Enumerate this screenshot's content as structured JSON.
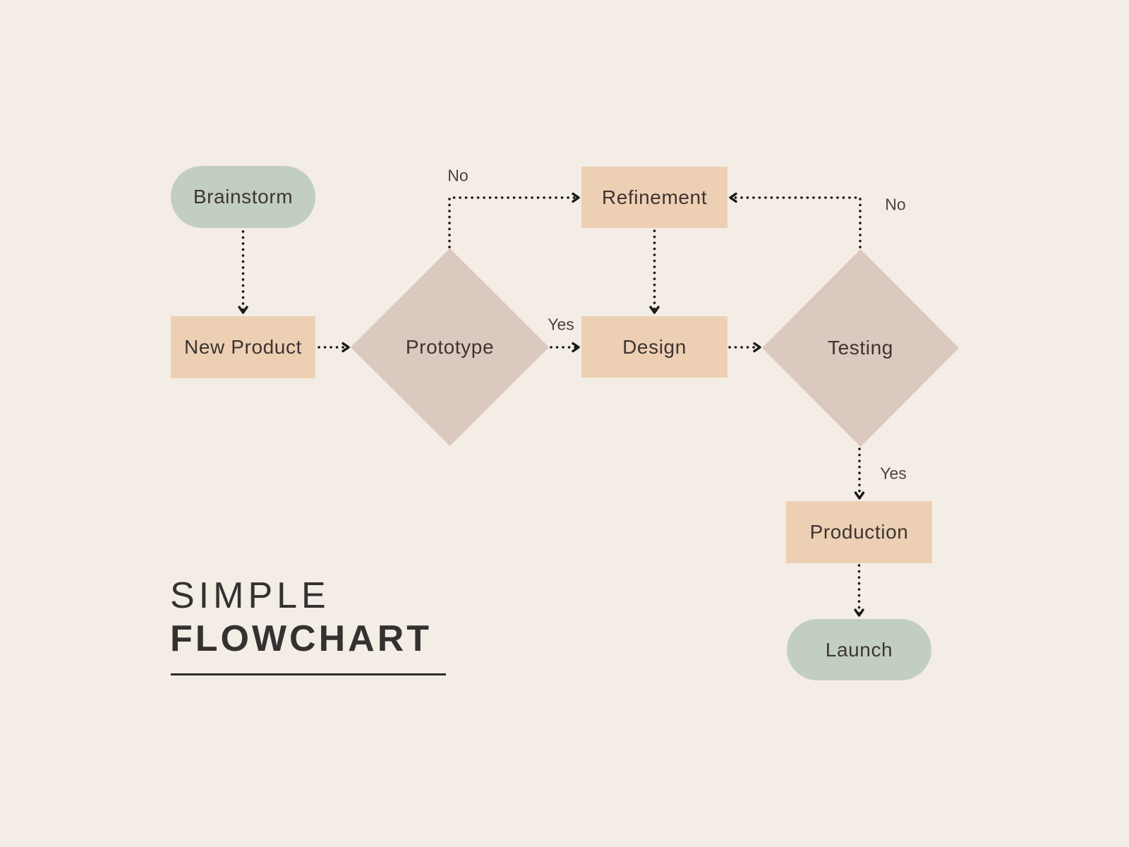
{
  "title": {
    "line1": "SIMPLE",
    "line2": "FLOWCHART"
  },
  "nodes": {
    "brainstorm": {
      "label": "Brainstorm",
      "shape": "rounded"
    },
    "new_product": {
      "label": "New Product",
      "shape": "rectangle"
    },
    "prototype": {
      "label": "Prototype",
      "shape": "diamond"
    },
    "refinement": {
      "label": "Refinement",
      "shape": "rectangle"
    },
    "design": {
      "label": "Design",
      "shape": "rectangle"
    },
    "testing": {
      "label": "Testing",
      "shape": "diamond"
    },
    "production": {
      "label": "Production",
      "shape": "rectangle"
    },
    "launch": {
      "label": "Launch",
      "shape": "rounded"
    }
  },
  "edges": [
    {
      "from": "Brainstorm",
      "to": "New Product",
      "label": ""
    },
    {
      "from": "New Product",
      "to": "Prototype",
      "label": ""
    },
    {
      "from": "Prototype",
      "to": "Refinement",
      "label": "No"
    },
    {
      "from": "Prototype",
      "to": "Design",
      "label": "Yes"
    },
    {
      "from": "Refinement",
      "to": "Design",
      "label": ""
    },
    {
      "from": "Design",
      "to": "Testing",
      "label": ""
    },
    {
      "from": "Testing",
      "to": "Refinement",
      "label": "No"
    },
    {
      "from": "Testing",
      "to": "Production",
      "label": "Yes"
    },
    {
      "from": "Production",
      "to": "Launch",
      "label": ""
    }
  ],
  "edge_labels": {
    "prototype_no": "No",
    "prototype_yes": "Yes",
    "testing_no": "No",
    "testing_yes": "Yes"
  },
  "colors": {
    "background": "#f3ede5",
    "terminator_fill": "#c3cec3",
    "process_fill": "#edd0b4",
    "decision_fill": "#dbc8bf",
    "connector": "#1a1a1a",
    "node_text": "#3d3531",
    "edge_label_text": "#49443d",
    "title_text": "#343230"
  }
}
